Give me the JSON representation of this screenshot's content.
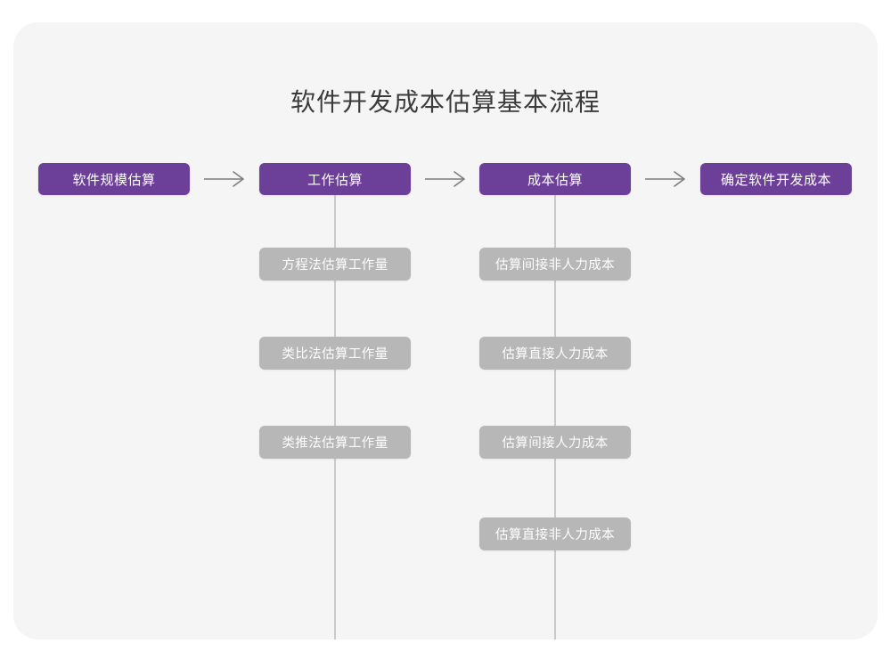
{
  "title": "软件开发成本估算基本流程",
  "colors": {
    "page_background": "#ffffff",
    "card_background": "#f5f5f6",
    "primary_node": "#6c4098",
    "secondary_node": "#b7b7b7",
    "connector": "#c9c9c9",
    "title_text": "#3b3b3b",
    "node_text": "#ffffff"
  },
  "flow": {
    "stages": [
      {
        "id": "stage-1",
        "label": "软件规模估算",
        "substeps": []
      },
      {
        "id": "stage-2",
        "label": "工作估算",
        "substeps": [
          {
            "label": "方程法估算工作量"
          },
          {
            "label": "类比法估算工作量"
          },
          {
            "label": "类推法估算工作量"
          }
        ]
      },
      {
        "id": "stage-3",
        "label": "成本估算",
        "substeps": [
          {
            "label": "估算间接非人力成本"
          },
          {
            "label": "估算直接人力成本"
          },
          {
            "label": "估算间接人力成本"
          },
          {
            "label": "估算直接非人力成本"
          }
        ]
      },
      {
        "id": "stage-4",
        "label": "确定软件开发成本",
        "substeps": []
      }
    ],
    "arrows": [
      {
        "id": "arrow-1",
        "from": "stage-1",
        "to": "stage-2",
        "glyph": "right-arrow"
      },
      {
        "id": "arrow-2",
        "from": "stage-2",
        "to": "stage-3",
        "glyph": "right-arrow"
      },
      {
        "id": "arrow-3",
        "from": "stage-3",
        "to": "stage-4",
        "glyph": "right-arrow"
      }
    ]
  }
}
